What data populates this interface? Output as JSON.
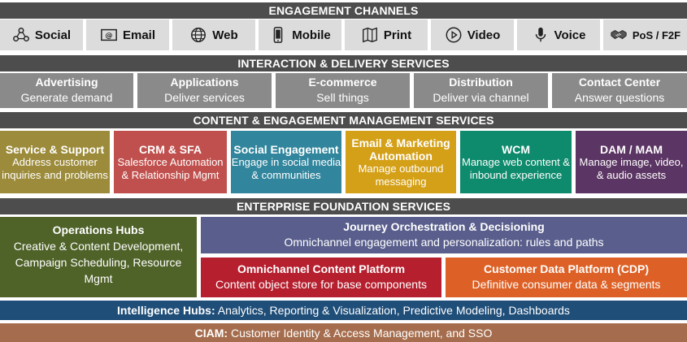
{
  "sections": {
    "engagement": "ENGAGEMENT CHANNELS",
    "interaction": "INTERACTION & DELIVERY SERVICES",
    "content": "CONTENT & ENGAGEMENT MANAGEMENT SERVICES",
    "foundation": "ENTERPRISE FOUNDATION SERVICES"
  },
  "channels": [
    {
      "label": "Social",
      "icon": "social-network-icon"
    },
    {
      "label": "Email",
      "icon": "email-icon"
    },
    {
      "label": "Web",
      "icon": "globe-icon"
    },
    {
      "label": "Mobile",
      "icon": "mobile-phone-icon"
    },
    {
      "label": "Print",
      "icon": "print-map-icon"
    },
    {
      "label": "Video",
      "icon": "play-icon"
    },
    {
      "label": "Voice",
      "icon": "microphone-icon"
    },
    {
      "label": "PoS / F2F",
      "icon": "handshake-icon"
    }
  ],
  "services": [
    {
      "title": "Advertising",
      "subtitle": "Generate demand"
    },
    {
      "title": "Applications",
      "subtitle": "Deliver services"
    },
    {
      "title": "E-commerce",
      "subtitle": "Sell things"
    },
    {
      "title": "Distribution",
      "subtitle": "Deliver via channel"
    },
    {
      "title": "Contact Center",
      "subtitle": "Answer questions"
    }
  ],
  "management": [
    {
      "title": "Service & Support",
      "desc": "Address customer inquiries and problems",
      "color": "#9c8b3a"
    },
    {
      "title": "CRM & SFA",
      "desc": "Salesforce Automation & Relationship Mgmt",
      "color": "#c0504d"
    },
    {
      "title": "Social Engagement",
      "desc": "Engage in social media & communities",
      "color": "#31859c"
    },
    {
      "title": "Email & Marketing Automation",
      "desc": "Manage outbound messaging",
      "color": "#d4a017"
    },
    {
      "title": "WCM",
      "desc": "Manage web content & inbound experience",
      "color": "#0e8a6c"
    },
    {
      "title": "DAM / MAM",
      "desc": "Manage image, video, & audio assets",
      "color": "#5b3563"
    }
  ],
  "foundation": {
    "ops": {
      "title": "Operations Hubs",
      "desc": "Creative & Content Development, Campaign Scheduling, Resource Mgmt"
    },
    "journey": {
      "title": "Journey Orchestration & Decisioning",
      "desc": "Omnichannel engagement and personalization: rules and paths"
    },
    "omni": {
      "title": "Omnichannel Content Platform",
      "desc": "Content object store for base components"
    },
    "cdp": {
      "title": "Customer Data Platform (CDP)",
      "desc": "Definitive consumer data & segments"
    }
  },
  "intelligence": {
    "title": "Intelligence Hubs:",
    "desc": "Analytics, Reporting & Visualization, Predictive Modeling, Dashboards"
  },
  "ciam": {
    "title": "CIAM:",
    "desc": "Customer Identity & Access Management, and SSO"
  }
}
